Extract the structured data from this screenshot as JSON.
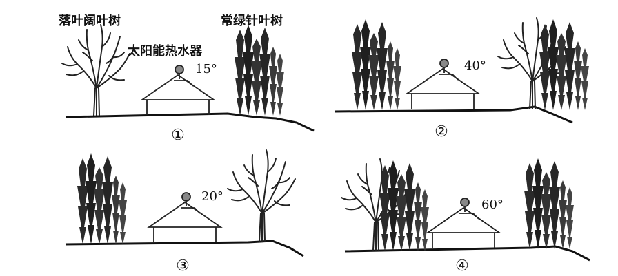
{
  "labels": {
    "deciduous": "落叶阔叶树",
    "evergreen": "常绿针叶树",
    "heater": "太阳能热水器"
  },
  "panels": [
    {
      "number": "①",
      "angle": "15°"
    },
    {
      "number": "②",
      "angle": "40°"
    },
    {
      "number": "③",
      "angle": "20°"
    },
    {
      "number": "④",
      "angle": "60°"
    }
  ]
}
